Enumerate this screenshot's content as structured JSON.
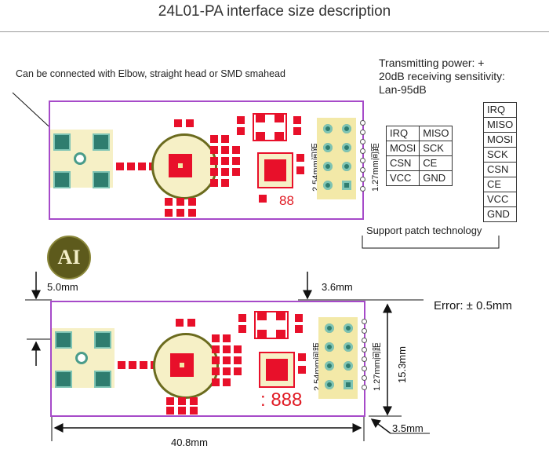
{
  "title": "24L01-PA interface size description",
  "top_diagram": {
    "connector_note": "Can be connected with Elbow, straight head or SMD smahead",
    "spec_note": "Transmitting power: + 20dB receiving sensitivity: Lan-95dB",
    "pitch_label_1": "2.54mm间距",
    "pitch_label_2": "1.27mm间距",
    "red_marking": "88",
    "pin_table": [
      [
        "IRQ",
        "MISO"
      ],
      [
        "MOSI",
        "SCK"
      ],
      [
        "CSN",
        "CE"
      ],
      [
        "VCC",
        "GND"
      ]
    ],
    "patch_pin_list": [
      "IRQ",
      "MISO",
      "MOSI",
      "SCK",
      "CSN",
      "CE",
      "VCC",
      "GND"
    ],
    "patch_note": "Support patch technology"
  },
  "logo": {
    "text": "AI"
  },
  "bottom_diagram": {
    "dim_left_top": "5.0mm",
    "dim_right_top": "3.6mm",
    "error_note": "Error: ± 0.5mm",
    "dim_height": "15.3mm",
    "dim_width": "40.8mm",
    "dim_right_bottom": "3.5mm",
    "pitch_label_1": "2.54mm间距",
    "pitch_label_2": "1.27mm间距",
    "red_marking": ": 888"
  },
  "colors": {
    "board_outline": "#a64ac9",
    "pad_red": "#e8102a",
    "pin_green": "#2f7d6f",
    "silk_yellow": "#f3e9a8",
    "antenna_olive": "#6b6b1e"
  }
}
